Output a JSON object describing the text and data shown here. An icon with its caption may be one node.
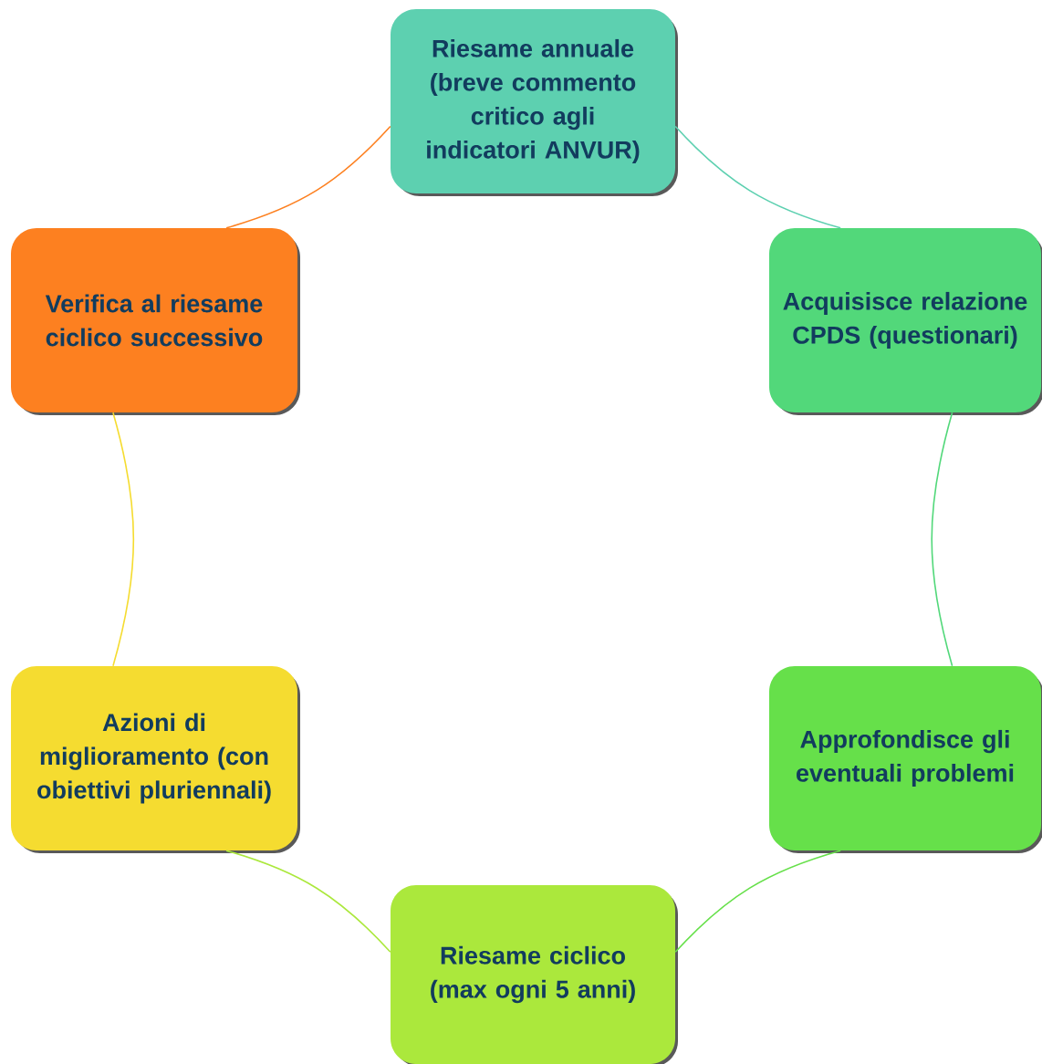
{
  "diagram": {
    "nodes": [
      {
        "text": [
          "Riesame annuale (breve commento critico  agli indicatori ANVUR)"
        ]
      },
      {
        "text": [
          "Acquisisce relazione CPDS (questionari)"
        ]
      },
      {
        "text": [
          "Approfondisce gli eventuali problemi"
        ]
      },
      {
        "text": [
          "Riesame ciclico (max ogni 5 anni)"
        ]
      },
      {
        "text": [
          "Azioni di miglioramento (con obiettivi pluriennali)"
        ]
      },
      {
        "text": [
          "Verifica al riesame ciclico successivo"
        ]
      }
    ],
    "edges": [
      {
        "from": 0,
        "to": 1,
        "arrow": "none",
        "color": "#5dd0b0"
      },
      {
        "from": 1,
        "to": 2,
        "arrow": "none",
        "color": "#52d87a"
      },
      {
        "from": 2,
        "to": 3,
        "arrow": "none",
        "color": "#66e04a"
      },
      {
        "from": 3,
        "to": 4,
        "arrow": "none",
        "color": "#abe83c"
      },
      {
        "from": 4,
        "to": 5,
        "arrow": "none",
        "color": "#f5dc30"
      },
      {
        "from": 5,
        "to": 0,
        "arrow": "none",
        "color": "#fd8020"
      }
    ]
  }
}
